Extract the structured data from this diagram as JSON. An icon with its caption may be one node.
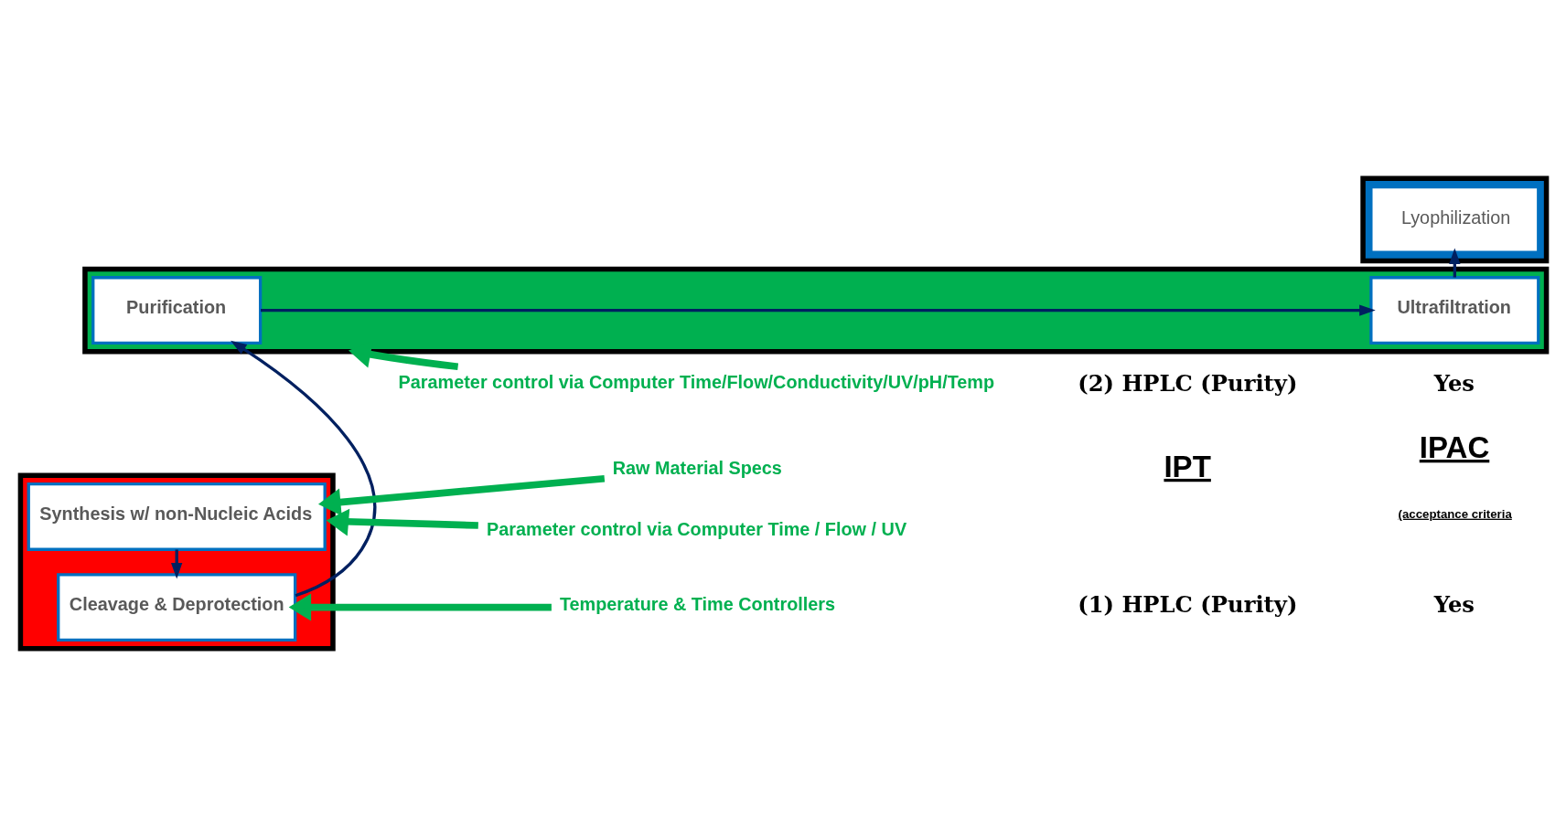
{
  "diagram": {
    "nodes": [
      {
        "text": [],
        "shape": "box"
      },
      {
        "text": [
          "Synthesis w/ non-Nucleic Acids"
        ],
        "in": 0
      },
      {
        "text": [
          "Cleavage & Deprotection"
        ],
        "in": 0
      },
      {
        "text": [],
        "shape": "box"
      },
      {
        "text": [
          "Purification"
        ],
        "in": 3
      },
      {
        "text": [
          "Ultrafiltration"
        ],
        "in": 3
      },
      {
        "text": [],
        "shape": "box"
      },
      {
        "text": [
          "Lyophilization"
        ],
        "in": 6
      },
      {
        "text": [
          "Raw Material Specs"
        ]
      },
      {
        "text": [
          "Parameter control via Computer Time / Flow / UV"
        ]
      },
      {
        "text": [
          "Temperature & Time Controllers"
        ]
      },
      {
        "text": [
          "Parameter control via Computer Time/Flow/Conductivity/UV/pH/Temp"
        ]
      }
    ],
    "edges": [
      {
        "from": 1,
        "to": 2,
        "arrow": "to"
      },
      {
        "from": 2,
        "to": 4,
        "arrow": "to"
      },
      {
        "from": 4,
        "to": 5,
        "arrow": "to"
      },
      {
        "from": 5,
        "to": 7,
        "arrow": "to"
      },
      {
        "from": 8,
        "to": 1,
        "arrow": "to",
        "style": "thick",
        "color": "#00b050"
      },
      {
        "from": 9,
        "to": 0,
        "arrow": "to",
        "style": "thick",
        "color": "#00b050"
      },
      {
        "from": 10,
        "to": 2,
        "arrow": "to",
        "style": "thick",
        "color": "#00b050"
      },
      {
        "from": 11,
        "to": 3,
        "arrow": "to",
        "style": "thick",
        "color": "#00b050"
      }
    ],
    "labels": [
      "IPT",
      "IPAC",
      "(acceptance criteria",
      "(1) HPLC (Purity)",
      "Yes",
      "(2) HPLC (Purity)",
      "Yes"
    ]
  }
}
